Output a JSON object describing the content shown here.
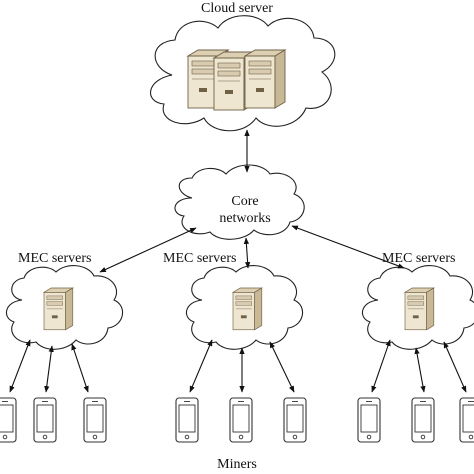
{
  "labels": {
    "cloud_server": "Cloud server",
    "core_line1": "Core",
    "core_line2": "networks",
    "mec_left": "MEC servers",
    "mec_mid": "MEC servers",
    "mec_right": "MEC servers",
    "miners": "Miners"
  },
  "colors": {
    "server_face": "#efe6d2",
    "server_shade": "#c9b896",
    "server_dark": "#6f6146",
    "phone_body": "#ffffff",
    "phone_outline": "#333333"
  }
}
